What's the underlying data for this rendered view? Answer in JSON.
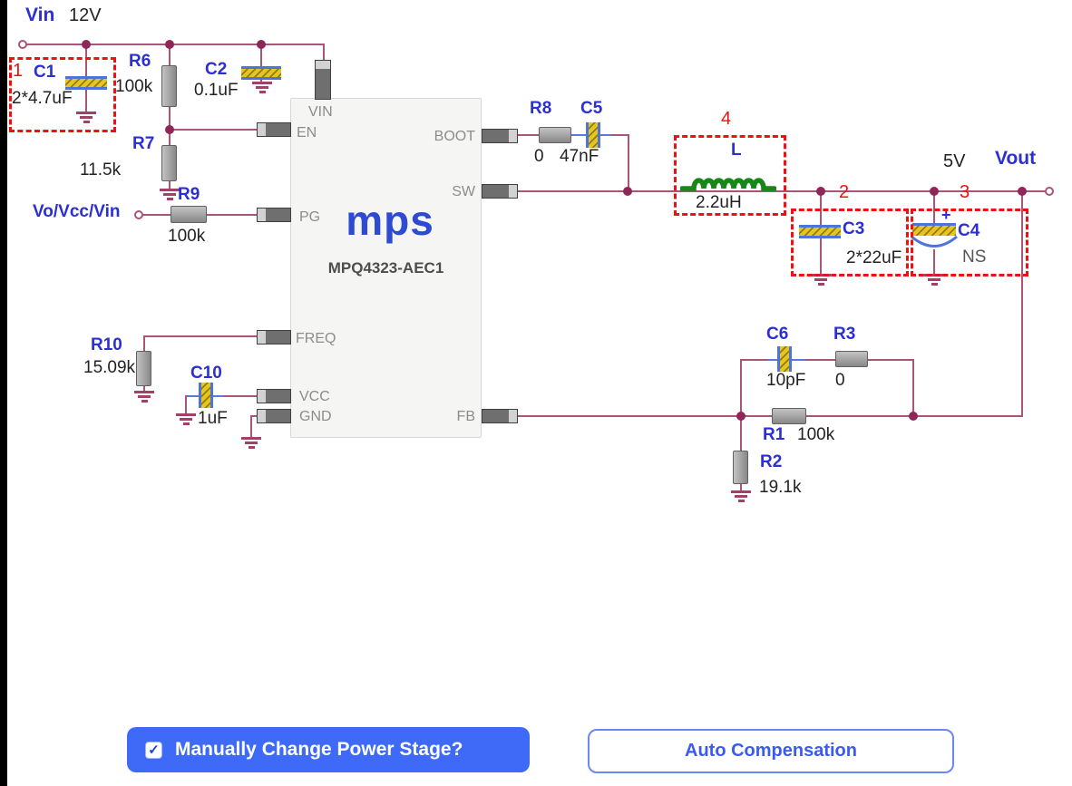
{
  "nets": {
    "vin": {
      "label": "Vin",
      "value": "12V"
    },
    "vout": {
      "label": "Vout",
      "value": "5V"
    },
    "vo_vcc_vin": {
      "label": "Vo/Vcc/Vin"
    }
  },
  "ic": {
    "logo": "mps",
    "part_number": "MPQ4323-AEC1",
    "pins": {
      "vin": "VIN",
      "en": "EN",
      "pg": "PG",
      "freq": "FREQ",
      "vcc": "VCC",
      "gnd": "GND",
      "boot": "BOOT",
      "sw": "SW",
      "fb": "FB"
    }
  },
  "components": {
    "C1": {
      "ref": "C1",
      "value": "2*4.7uF"
    },
    "C2": {
      "ref": "C2",
      "value": "0.1uF"
    },
    "R6": {
      "ref": "R6",
      "value": "100k"
    },
    "R7": {
      "ref": "R7",
      "value": "11.5k"
    },
    "R9": {
      "ref": "R9",
      "value": "100k"
    },
    "R10": {
      "ref": "R10",
      "value": "15.09k"
    },
    "C10": {
      "ref": "C10",
      "value": "1uF"
    },
    "R8": {
      "ref": "R8",
      "value": "0"
    },
    "C5": {
      "ref": "C5",
      "value": "47nF"
    },
    "L": {
      "ref": "L",
      "value": "2.2uH"
    },
    "C3": {
      "ref": "C3",
      "value": "2*22uF"
    },
    "C4": {
      "ref": "C4",
      "value": "NS",
      "polarity": "+"
    },
    "C6": {
      "ref": "C6",
      "value": "10pF"
    },
    "R3": {
      "ref": "R3",
      "value": "0"
    },
    "R1": {
      "ref": "R1",
      "value": "100k"
    },
    "R2": {
      "ref": "R2",
      "value": "19.1k"
    }
  },
  "annotations": {
    "a1": "1",
    "a2": "2",
    "a3": "3",
    "a4": "4"
  },
  "buttons": {
    "manual_power_stage": {
      "label": "Manually Change Power Stage?",
      "checked": true,
      "check_glyph": "✓"
    },
    "auto_compensation": {
      "label": "Auto Compensation"
    }
  },
  "colors": {
    "wire": "#a85578",
    "junction": "#8e2758",
    "label_blue": "#2b2fd4",
    "annotation_red": "#ee1111",
    "button_blue": "#3e6af7",
    "inductor_green": "#178717",
    "capacitor_yellow": "#e7c51f"
  }
}
